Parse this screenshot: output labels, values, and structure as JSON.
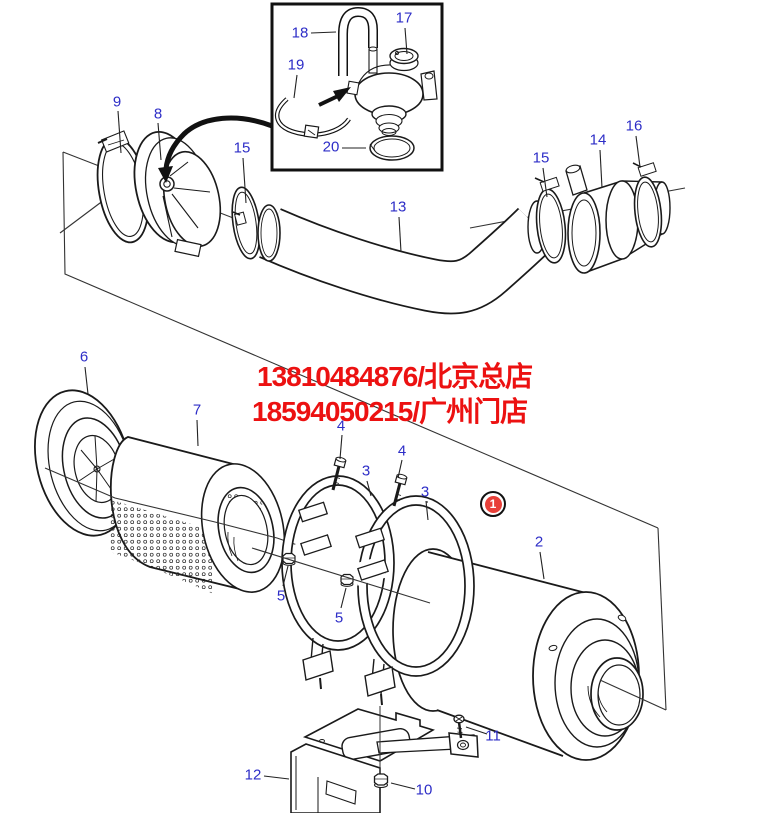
{
  "diagram": {
    "type": "exploded-parts-diagram",
    "subject": "air cleaner and hose assembly"
  },
  "watermark": {
    "line1": "13810484876/北京总店",
    "line2": "18594050215/广州门店"
  },
  "labels": {
    "1": "1",
    "2": "2",
    "3": "3",
    "4": "4",
    "5": "5",
    "6": "6",
    "7": "7",
    "8": "8",
    "9": "9",
    "10": "10",
    "11": "11",
    "12": "12",
    "13": "13",
    "14": "14",
    "15": "15",
    "16": "16",
    "17": "17",
    "18": "18",
    "19": "19",
    "20": "20"
  },
  "colors": {
    "label_blue": "#2d2dc7",
    "watermark_red": "#ec1111",
    "callout_red": "#e84039",
    "line_black": "#1a1a1a",
    "background": "#ffffff"
  }
}
